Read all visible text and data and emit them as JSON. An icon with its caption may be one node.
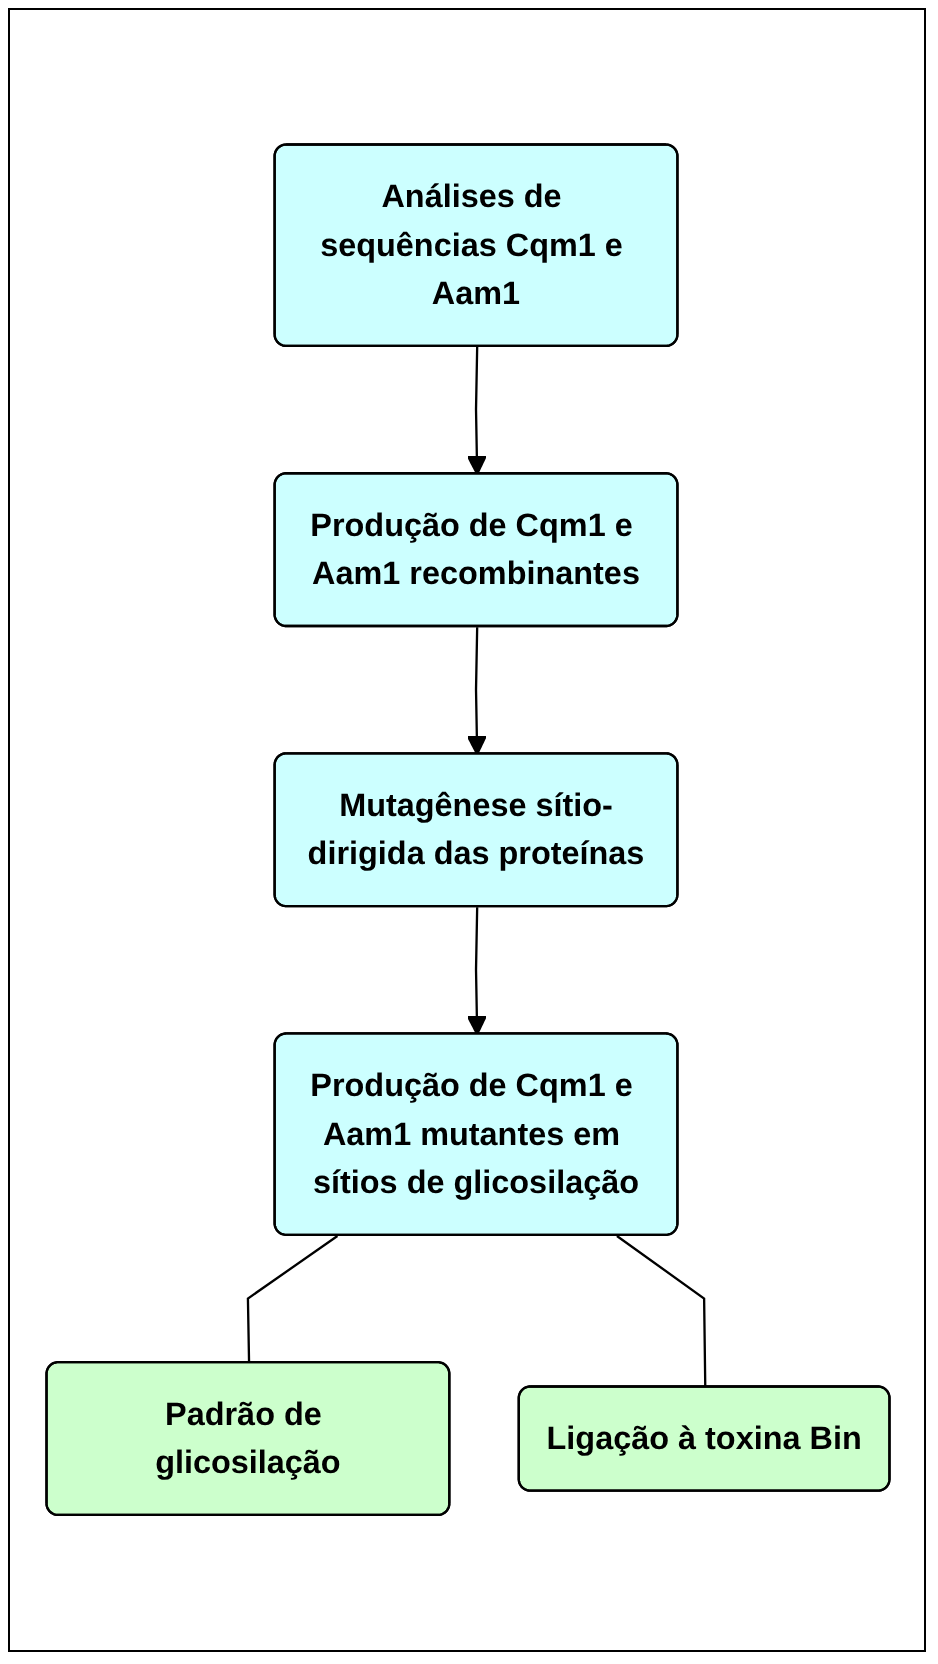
{
  "diagram": {
    "nodes": [
      {
        "text": [
          "Análises de sequências Cqm1 e Aam1"
        ]
      },
      {
        "text": [
          "Produção de Cqm1 e Aam1 recombinantes"
        ]
      },
      {
        "text": [
          "Mutagênese sítio-dirigida das proteínas"
        ]
      },
      {
        "text": [
          "Produção de Cqm1 e Aam1 mutantes em sítios de glicosilação"
        ]
      },
      {
        "text": [
          "Padrão de glicosilação"
        ]
      },
      {
        "text": [
          "Ligação à toxina Bin"
        ]
      }
    ],
    "edges": [
      {
        "from": 0,
        "to": 1,
        "arrow": "to"
      },
      {
        "from": 1,
        "to": 2,
        "arrow": "to"
      },
      {
        "from": 2,
        "to": 3,
        "arrow": "to"
      },
      {
        "from": 3,
        "to": 4,
        "arrow": "none"
      },
      {
        "from": 3,
        "to": 5,
        "arrow": "none"
      }
    ]
  }
}
